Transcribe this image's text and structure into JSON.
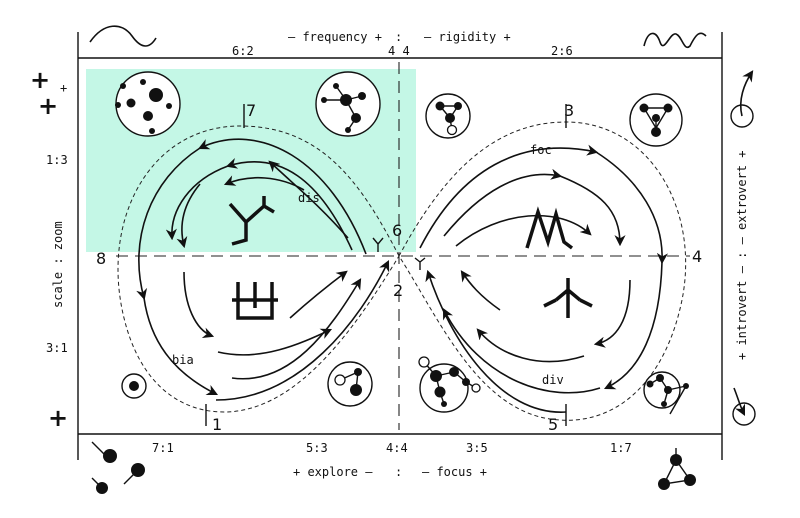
{
  "top": {
    "frequency_label": "– frequency +",
    "colon": ":",
    "rigidity_label": "– rigidity +",
    "ratio_left": "6:2",
    "ratio_center": "4 4",
    "ratio_right": "2:6"
  },
  "bottom": {
    "explore_label": "+ explore –",
    "colon": ":",
    "focus_label": "– focus +",
    "ratio_1": "7:1",
    "ratio_2": "5:3",
    "ratio_3": "4:4",
    "ratio_4": "3:5",
    "ratio_5": "1:7"
  },
  "left": {
    "axis_label": "scale : zoom",
    "ratio_top": "1:3",
    "ratio_bottom": "3:1",
    "plus_top_big": "+",
    "plus_top_small": "+",
    "plus_top_second": "+",
    "plus_bottom": "+"
  },
  "right": {
    "axis_label": "+ introvert – : – extrovert +"
  },
  "markers": {
    "m1": "1",
    "m2": "2",
    "m3": "3",
    "m4": "4",
    "m5": "5",
    "m6": "6",
    "m7": "7",
    "m8": "8"
  },
  "flow_labels": {
    "dis": "dis",
    "foc": "foc",
    "bia": "bia",
    "div": "div"
  },
  "colors": {
    "highlight": "#c4f7e6",
    "ink": "#111111",
    "node_dark": "#0d3b2e"
  }
}
